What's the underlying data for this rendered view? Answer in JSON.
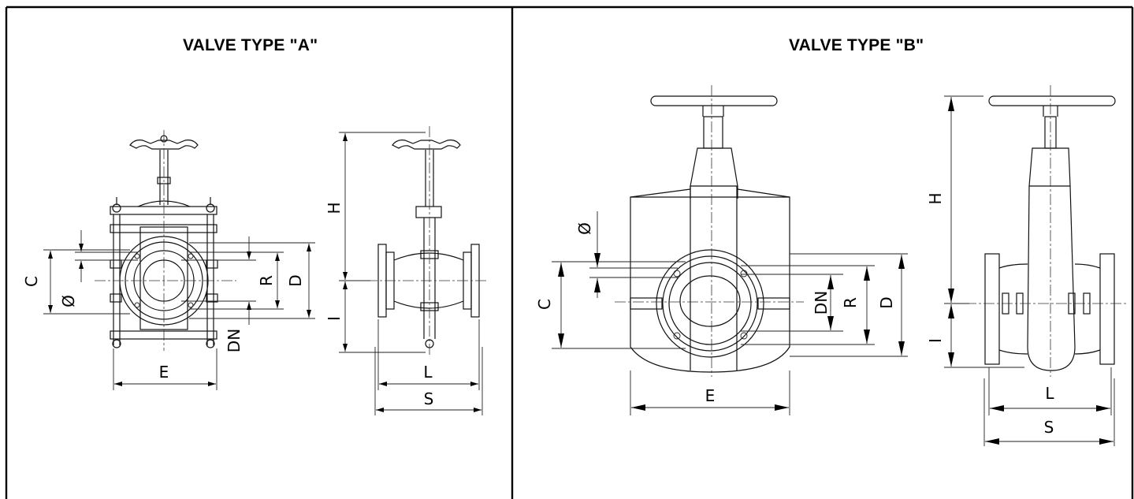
{
  "panels": {
    "a": {
      "title": "VALVE TYPE \"A\"",
      "front_labels": {
        "c": "C",
        "phi": "Ø",
        "r": "R",
        "d": "D",
        "dn": "DN",
        "e": "E"
      },
      "side_labels": {
        "h": "H",
        "i": "I",
        "l": "L",
        "s": "S"
      }
    },
    "b": {
      "title": "VALVE TYPE \"B\"",
      "front_labels": {
        "phi": "Ø",
        "c": "C",
        "dn": "DN",
        "r": "R",
        "d": "D",
        "e": "E"
      },
      "side_labels": {
        "h": "H",
        "i": "I",
        "l": "L",
        "s": "S"
      }
    }
  }
}
